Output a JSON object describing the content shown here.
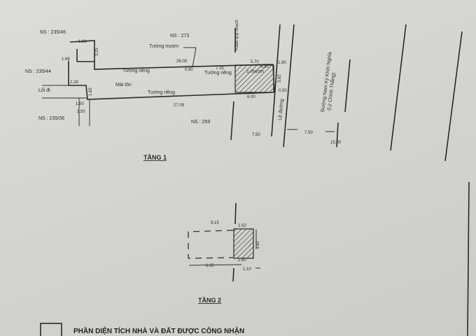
{
  "floor1": {
    "title": "TẦNG 1",
    "neighbors": {
      "ns_235_46": "NS : 235/46",
      "ns_273": "NS : 273",
      "ns_235_44": "NS : 235/44",
      "ns_235_36": "NS : 235/36",
      "ns_269": "NS : 269"
    },
    "labels": {
      "tuong_muon": "Tường mượn",
      "tuong_rieng_top": "Tường riêng",
      "tuong_rieng_right": "Tường riêng",
      "tuong_rieng_bottom": "Tường riêng",
      "mai_ton": "Mái tôn",
      "loi_di": "Lối đi",
      "muon": "1 mượn",
      "ranh_quy_hoach": "Ranh quy hoạch",
      "le_duong": "Lề đường",
      "street": "Đường Nam Kỳ Khởi Nghĩa",
      "street_old": "(Lý Chính Thắng)"
    },
    "dimensions": {
      "d1_68a": "1.68",
      "d1_68b": "1.68",
      "d26_08": "26.08",
      "d0_80": "0.80",
      "d7_25": "7.25",
      "d2_28": "2.28",
      "d27_09": "27.09",
      "d1_00": "1.00",
      "d1_50": "1.50",
      "d5_70": "5.70",
      "d4_30": "4.30",
      "d1_80": "1.80",
      "d3_82": "3.82",
      "d0_50": "0.50",
      "d6_00": "6.00",
      "d7_50a": "7.50",
      "d7_50b": "7.50",
      "d15_00": "15.00",
      "d3_25": "3.25",
      "d1_65": "1.65"
    }
  },
  "floor2": {
    "title": "TẦNG 2",
    "dimensions": {
      "d9_15": "9.15",
      "d2_50": "2.50",
      "d3_82": "3.82",
      "d2_80": "2.80",
      "d6_35": "6.35",
      "d1_10": "1.10"
    }
  },
  "legend": {
    "text": "PHẦN DIỆN TÍCH NHÀ VÀ ĐẤT ĐƯỢC CÔNG NHẬN"
  },
  "colors": {
    "ink": "#2a2a2a",
    "paper": "#d6d6d3"
  }
}
